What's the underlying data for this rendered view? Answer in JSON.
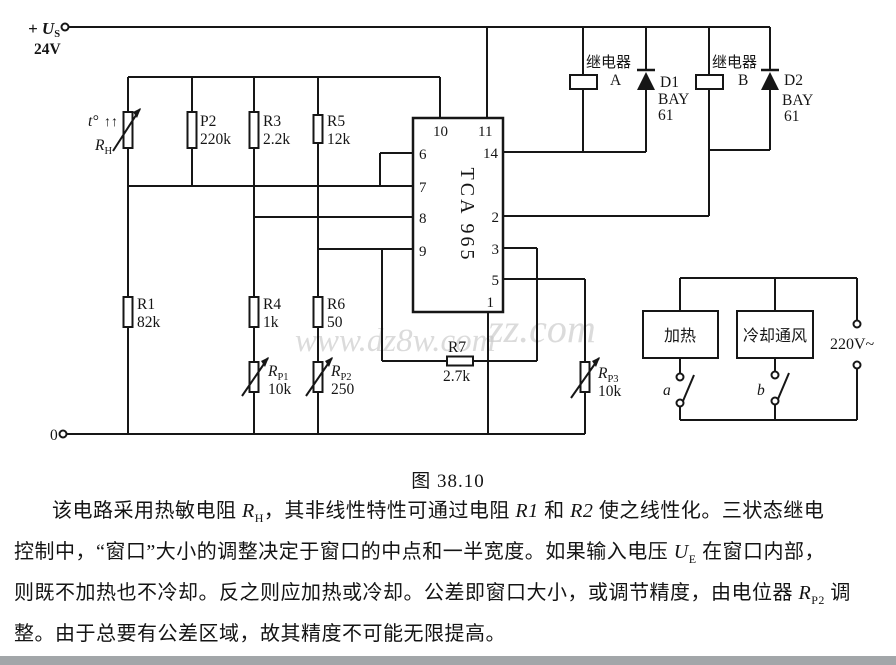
{
  "terminals": {
    "us_base": "+ U",
    "us_sub": "S",
    "voltage": "24V",
    "zero": "0",
    "mains": "220V~"
  },
  "thermistor": {
    "temp": "t°",
    "arrows": "↑↑",
    "base": "R",
    "sub": "H"
  },
  "resistors": {
    "p2": {
      "name": "P2",
      "value": "220k"
    },
    "r3": {
      "name": "R3",
      "value": "2.2k"
    },
    "r5": {
      "name": "R5",
      "value": "12k"
    },
    "r1": {
      "name": "R1",
      "value": "82k"
    },
    "r4": {
      "name": "R4",
      "value": "1k"
    },
    "r6": {
      "name": "R6",
      "value": "50"
    },
    "r7": {
      "name": "R7",
      "value": "2.7k"
    },
    "rp1": {
      "base": "R",
      "sub": "P1",
      "value": "10k"
    },
    "rp2": {
      "base": "R",
      "sub": "P2",
      "value": "250"
    },
    "rp3": {
      "base": "R",
      "sub": "P3",
      "value": "10k"
    }
  },
  "ic": {
    "name": "TCA 965",
    "pins": {
      "p10": "10",
      "p11": "11",
      "p6": "6",
      "p7": "7",
      "p8": "8",
      "p9": "9",
      "p14": "14",
      "p2": "2",
      "p3": "3",
      "p5": "5",
      "p1": "1"
    }
  },
  "relays": {
    "a": {
      "label": "继电器",
      "id": "A"
    },
    "b": {
      "label": "继电器",
      "id": "B"
    }
  },
  "diodes": {
    "d1": {
      "name": "D1",
      "type1": "BAY",
      "type2": "61"
    },
    "d2": {
      "name": "D2",
      "type1": "BAY",
      "type2": "61"
    }
  },
  "loads": {
    "heater": "加热",
    "cooler": "冷却通风",
    "switch_a": "a",
    "switch_b": "b"
  },
  "watermark": {
    "text1": "www.dz8w.com",
    "text2": "zz.com"
  },
  "caption": "图 38.10",
  "para": {
    "line1": {
      "s1": "该电路采用热敏电阻 ",
      "v1b": "R",
      "v1s": "H",
      "s2": "，其非线性特性可通过电阻 ",
      "v2": "R1",
      "s3": " 和 ",
      "v3": "R2",
      "s4": " 使之线性化。三状态继电"
    },
    "line2": {
      "s1": "控制中，“窗口”大小的调整决定于窗口的中点和一半宽度。如果输入电压 ",
      "v1b": "U",
      "v1s": "E",
      "s2": " 在窗口内部，"
    },
    "line3": {
      "s1": "则既不加热也不冷却。反之则应加热或冷却。公差即窗口大小，或调节精度，由电位器 ",
      "v1b": "R",
      "v1s": "P2",
      "s2": " 调"
    },
    "line4": {
      "s1": "整。由于总要有公差区域，故其精度不可能无限提高。"
    }
  }
}
